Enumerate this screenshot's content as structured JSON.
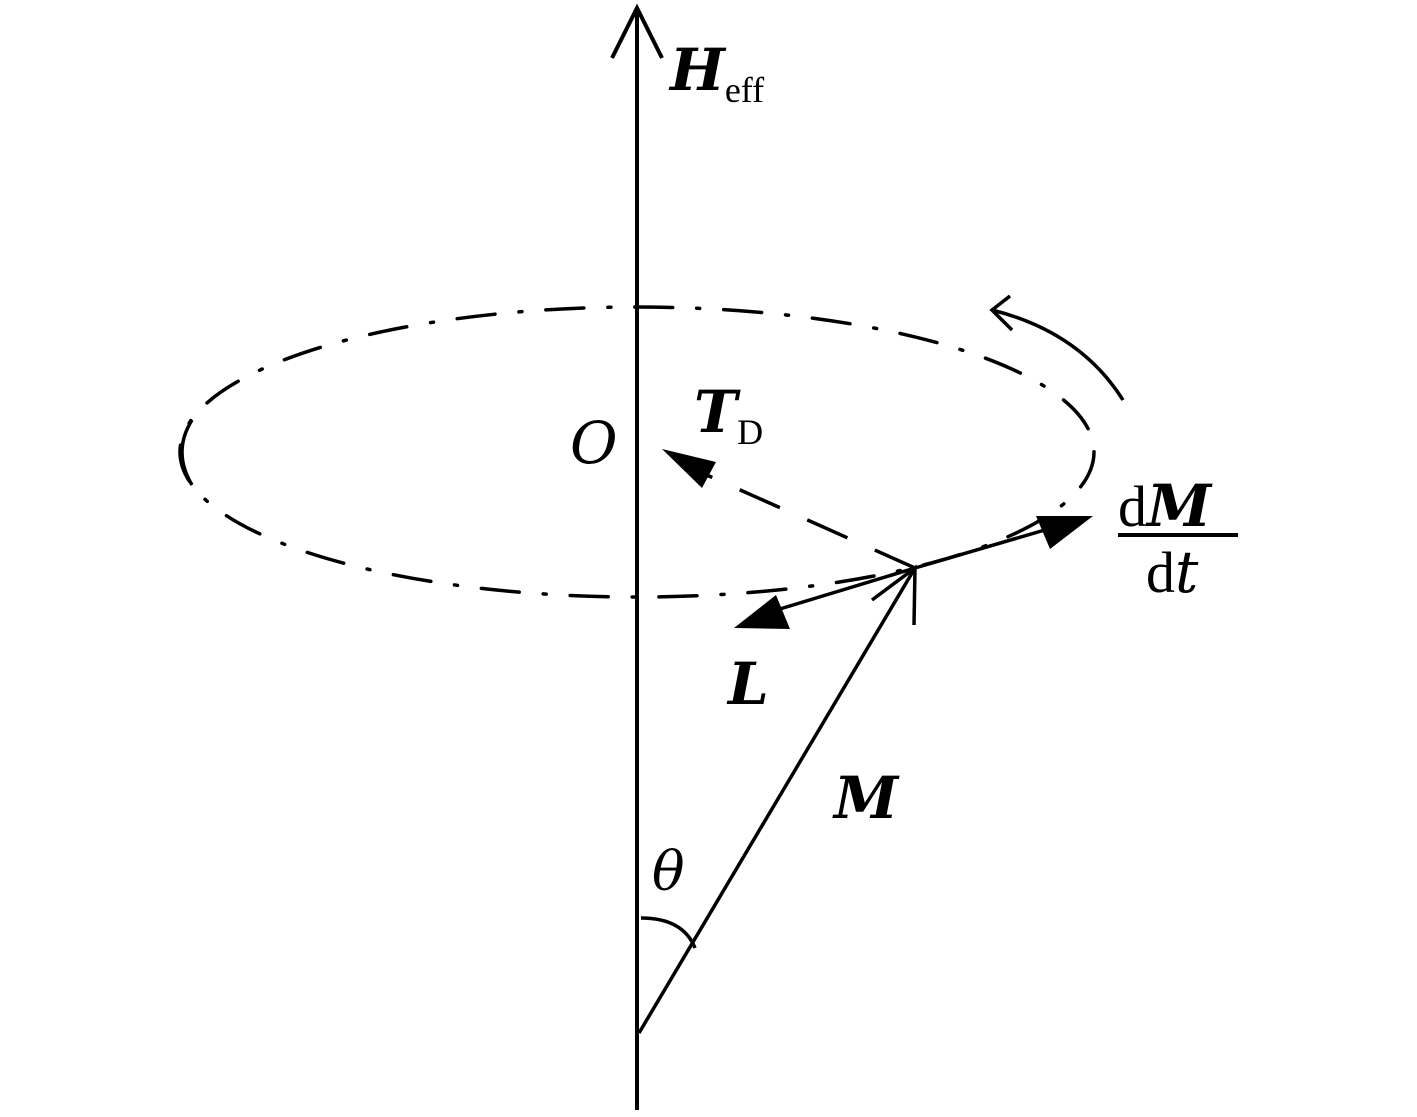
{
  "labels": {
    "field_symbol": "H",
    "field_subscript": "eff",
    "torque_symbol": "T",
    "torque_subscript": "D",
    "origin": "O",
    "derivative_prefix": "d",
    "derivative_symbol": "M",
    "derivative_denominator_d": "d",
    "derivative_denominator_t": "t",
    "damping_symbol": "L",
    "magnetization_symbol": "M",
    "angle_symbol": "θ"
  },
  "colors": {
    "stroke": "#000000",
    "background": "#ffffff"
  }
}
